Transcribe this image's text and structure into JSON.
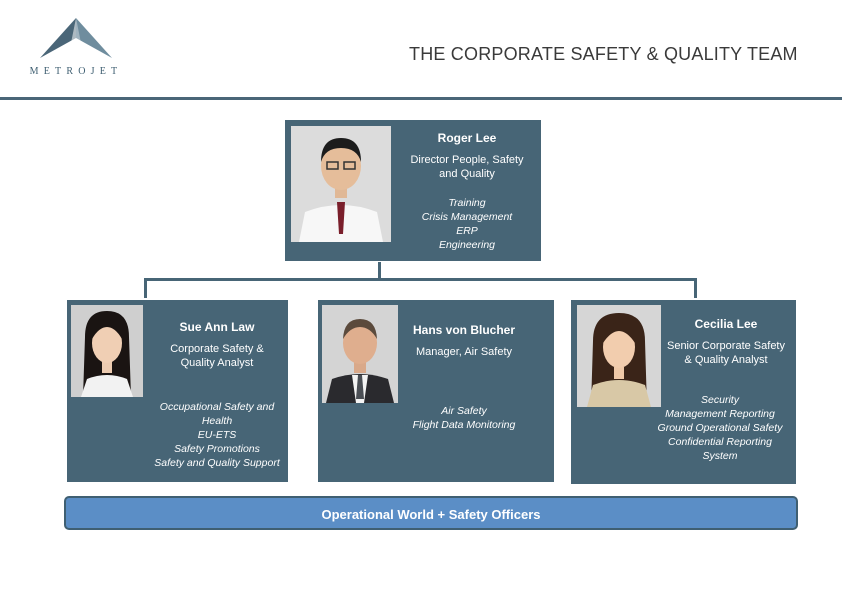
{
  "header": {
    "logo_text": "METROJET",
    "title": "THE CORPORATE SAFETY & QUALITY TEAM",
    "logo_color": "#4a6678",
    "rule_color": "#4a6678"
  },
  "director": {
    "name": "Roger Lee",
    "role_lines": [
      "Director People, Safety",
      "and Quality"
    ],
    "duties": [
      "Training",
      "Crisis Management",
      "ERP",
      "Engineering"
    ]
  },
  "team": [
    {
      "name": "Sue Ann Law",
      "role_lines": [
        "Corporate Safety &",
        "Quality Analyst"
      ],
      "duties": [
        "Occupational Safety and",
        "Health",
        "EU-ETS",
        "Safety Promotions",
        "Safety and Quality Support"
      ]
    },
    {
      "name": "Hans von Blucher",
      "role_lines": [
        "Manager, Air Safety"
      ],
      "duties": [
        "Air Safety",
        "Flight Data Monitoring"
      ]
    },
    {
      "name": "Cecilia Lee",
      "role_lines": [
        "Senior Corporate Safety",
        "& Quality Analyst"
      ],
      "duties": [
        "Security",
        "Management Reporting",
        "Ground Operational Safety",
        "Confidential Reporting",
        "System"
      ]
    }
  ],
  "footer_bar": {
    "label": "Operational World + Safety Officers",
    "color": "#5b8ec6"
  },
  "colors": {
    "card": "#476576",
    "text_on_card": "#ffffff"
  }
}
